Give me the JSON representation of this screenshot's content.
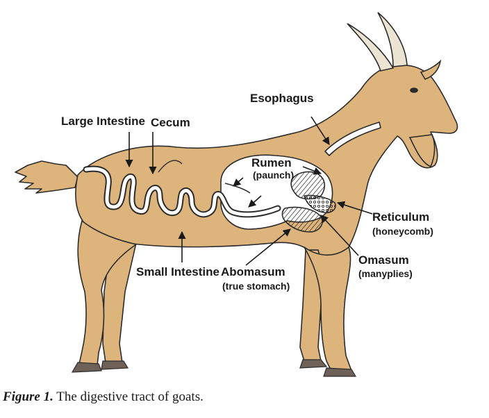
{
  "colors": {
    "body_fill": "#ddb47c",
    "outline": "#2b2b2b",
    "organ_fill": "#ffffff",
    "hoof": "#6e6258"
  },
  "labels": {
    "esophagus": "Esophagus",
    "large_intestine": "Large Intestine",
    "cecum": "Cecum",
    "rumen": "Rumen",
    "rumen_sub": "(paunch)",
    "reticulum": "Reticulum",
    "reticulum_sub": "(honeycomb)",
    "omasum": "Omasum",
    "omasum_sub": "(manyplies)",
    "small_intestine": "Small Intestine",
    "abomasum": "Abomasum",
    "abomasum_sub": "(true stomach)"
  },
  "caption": {
    "figure": "Figure 1.",
    "text": "The digestive tract of goats."
  }
}
